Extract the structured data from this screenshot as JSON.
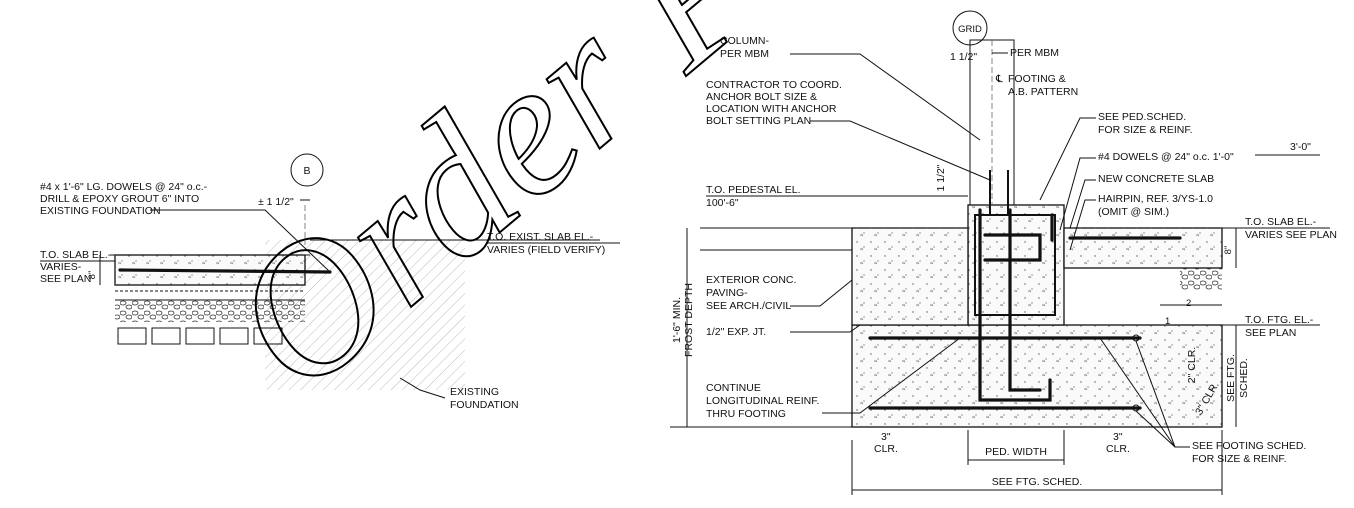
{
  "watermark": "Order Plans",
  "left_detail": {
    "grid_bubble": "B",
    "dowel_note": [
      "#4 x 1'-6\" LG. DOWELS @ 24\" o.c.-",
      "DRILL & EPOXY GROUT 6\" INTO",
      "EXISTING FOUNDATION"
    ],
    "tolerance": "± 1 1/2\"",
    "slab_note": [
      "T.O. SLAB EL.-",
      "VARIES-",
      "SEE PLAN"
    ],
    "slab_thickness": "8\"",
    "exist_slab_note": [
      "T.O. EXIST. SLAB EL.-",
      "VARIES (FIELD VERIFY)"
    ],
    "exist_foundation": [
      "EXISTING",
      "FOUNDATION"
    ]
  },
  "right_detail": {
    "grid_bubble": "GRID",
    "column_note": [
      "COLUMN-",
      "PER MBM"
    ],
    "per_mbm": "PER MBM",
    "one_half_top": "1 1/2\"",
    "centerline_note": [
      "FOOTING &",
      "A.B. PATTERN"
    ],
    "anchor_note": [
      "CONTRACTOR TO COORD.",
      "ANCHOR BOLT SIZE &",
      "LOCATION WITH ANCHOR",
      "BOLT SETTING PLAN"
    ],
    "ped_sched_note": [
      "SEE PED.SCHED.",
      "FOR SIZE & REINF."
    ],
    "dowel_note": "#4 DOWELS @ 24\" o.c. 1'-0\"",
    "dim_3_0": "3'-0\"",
    "one_half_side": "1 1/2\"",
    "pedestal_el": "T.O. PEDESTAL EL.",
    "pedestal_value": "100'-6\"",
    "new_slab": "NEW CONCRETE SLAB",
    "hairpin_note": [
      "HAIRPIN, REF. 3/YS-1.0",
      "(OMIT @ SIM.)"
    ],
    "slab_el_note": [
      "T.O. SLAB EL.-",
      "VARIES SEE PLAN"
    ],
    "slab_thickness": "8\"",
    "paving_note": [
      "EXTERIOR CONC.",
      "PAVING-",
      "SEE ARCH./CIVIL"
    ],
    "exp_joint": "1/2\" EXP. JT.",
    "frost_depth": [
      "1'-6\" MIN.",
      "FROST DEPTH"
    ],
    "slope_2": "2",
    "slope_1": "1",
    "ftg_el_note": [
      "T.O. FTG. EL.-",
      "SEE PLAN"
    ],
    "clr_2": "2\" CLR.",
    "clr_3_side": "3\" CLR.",
    "ftg_sched_vert": [
      "SEE FTG.",
      "SCHED."
    ],
    "continue_note": [
      "CONTINUE",
      "LONGITUDINAL REINF.",
      "THRU FOOTING"
    ],
    "clr_left": [
      "3\"",
      "CLR."
    ],
    "ped_width": "PED. WIDTH",
    "clr_right": [
      "3\"",
      "CLR."
    ],
    "footing_sched_note": [
      "SEE FOOTING SCHED.",
      "FOR SIZE & REINF."
    ],
    "bottom_dim": "SEE FTG. SCHED."
  }
}
